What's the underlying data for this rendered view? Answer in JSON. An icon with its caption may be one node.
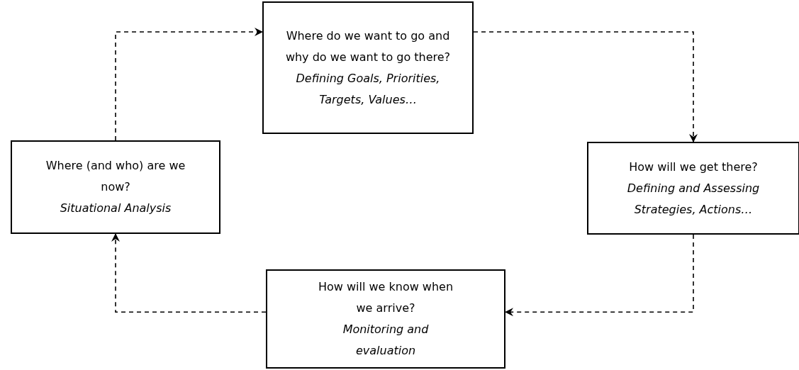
{
  "diagram": {
    "nodes": [
      {
        "text": [
          "Where do we want to go and why do we want to go there?",
          "Defining Goals, Priorities, Targets, Values…"
        ]
      },
      {
        "text": [
          "How will we get there?",
          "Defining and Assessing Strategies, Actions…"
        ]
      },
      {
        "text": [
          "How will we know when we arrive?",
          "Monitoring and evaluation"
        ]
      },
      {
        "text": [
          "Where (and who) are we now?",
          "Situational Analysis"
        ]
      }
    ],
    "edges": [
      {
        "from": 3,
        "to": 0,
        "arrow": "to",
        "style": "dashed"
      },
      {
        "from": 0,
        "to": 1,
        "arrow": "to",
        "style": "dashed"
      },
      {
        "from": 1,
        "to": 2,
        "arrow": "to",
        "style": "dashed"
      },
      {
        "from": 2,
        "to": 3,
        "arrow": "to",
        "style": "dashed"
      }
    ]
  }
}
